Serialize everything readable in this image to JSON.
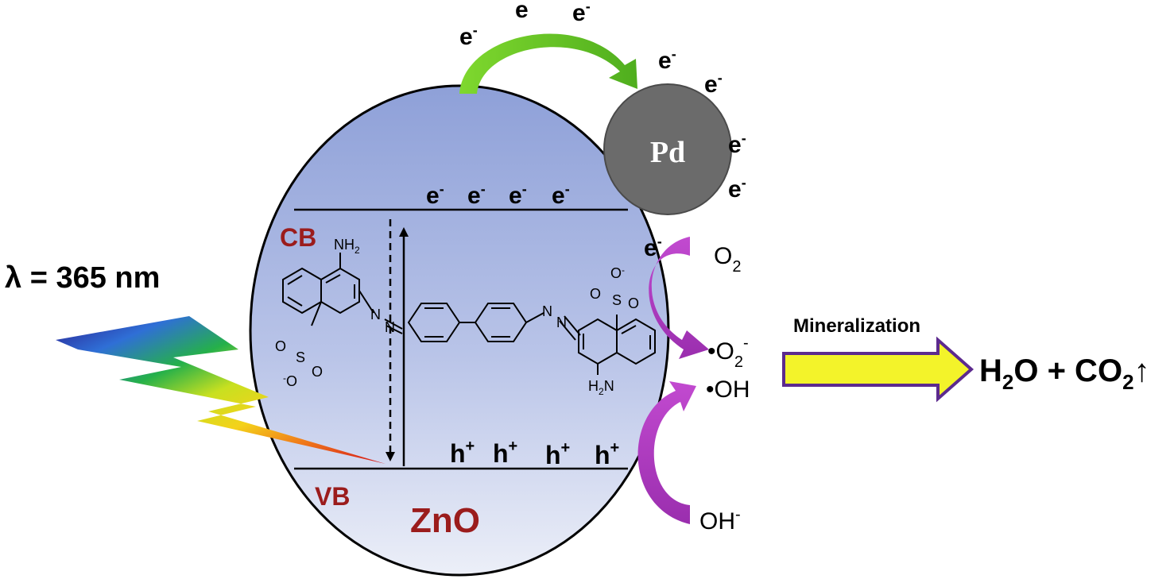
{
  "light": {
    "label": "λ = 365 nm"
  },
  "semiconductor": {
    "label": "ZnO",
    "cb_label": "CB",
    "vb_label": "VB"
  },
  "cocatalyst": {
    "label": "Pd"
  },
  "electron": {
    "symbol": "e",
    "charge": "-"
  },
  "hole": {
    "symbol": "h",
    "charge": "+"
  },
  "reactions": {
    "oxygen": {
      "base": "O",
      "sub": "2"
    },
    "superoxide": {
      "dot": "•",
      "base": "O",
      "sub": "2",
      "charge": "-"
    },
    "hydroxyl_radical": {
      "text": "•OH"
    },
    "hydroxide": {
      "base": "OH",
      "charge": "-"
    }
  },
  "process": {
    "label": "Mineralization"
  },
  "products": {
    "h2o": "H",
    "h2o_sub": "2",
    "h2o_rest": "O + CO",
    "co2_sub": "2",
    "arrow": "↑"
  },
  "molecule": {
    "nh2_top": "NH",
    "nh2_top_sub": "2",
    "nh2_bottom": "H",
    "nh2_bottom_sub": "2",
    "nh2_bottom_rest": "N",
    "azo_left": "N",
    "azo_right": "N",
    "so3_left": {
      "o_top": "O",
      "s": "S",
      "o_right": "O",
      "o_minus": "O",
      "charge": "-"
    },
    "so3_right": {
      "o_top": "O",
      "s": "S",
      "o_right": "O",
      "o_minus": "O",
      "charge": "-"
    }
  },
  "colors": {
    "particle_fill_top": "#97a8dc",
    "particle_fill_bottom": "#e6eaf6",
    "pd_fill": "#6b6b6b",
    "green_arrow": "#6ccc2a",
    "magenta_arrow": "#b43ec4",
    "mineral_arrow_fill": "#f3f32a",
    "mineral_arrow_border": "#5c2a8e",
    "band_label": "#9b1c1c"
  }
}
